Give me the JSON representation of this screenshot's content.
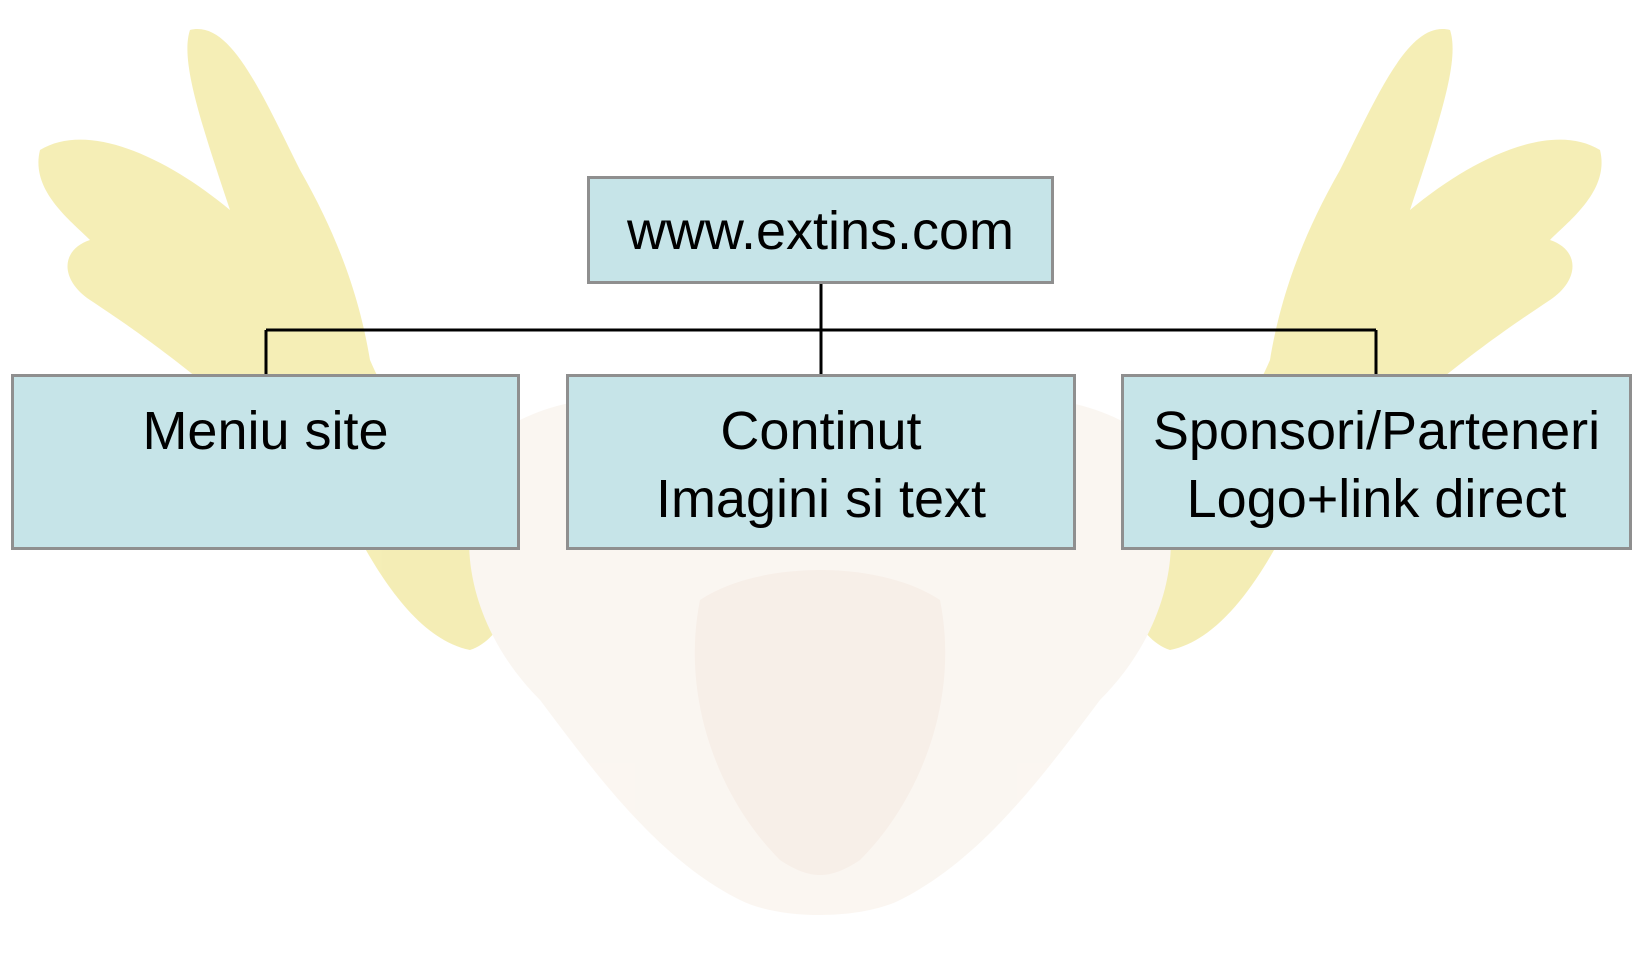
{
  "diagram": {
    "root": {
      "label": "www.extins.com"
    },
    "children": [
      {
        "id": "menu",
        "lines": [
          "Meniu site"
        ]
      },
      {
        "id": "content",
        "lines": [
          "Continut",
          "Imagini si text"
        ]
      },
      {
        "id": "sponsors",
        "lines": [
          "Sponsori/Parteneri",
          "Logo+link direct"
        ]
      }
    ]
  },
  "colors": {
    "node_fill": "#c6e4e8",
    "node_border": "#8f8f8f",
    "connector": "#000000",
    "background_glove": "#f3ea9a"
  },
  "background_image": "faded-yellow-gloves-hands"
}
